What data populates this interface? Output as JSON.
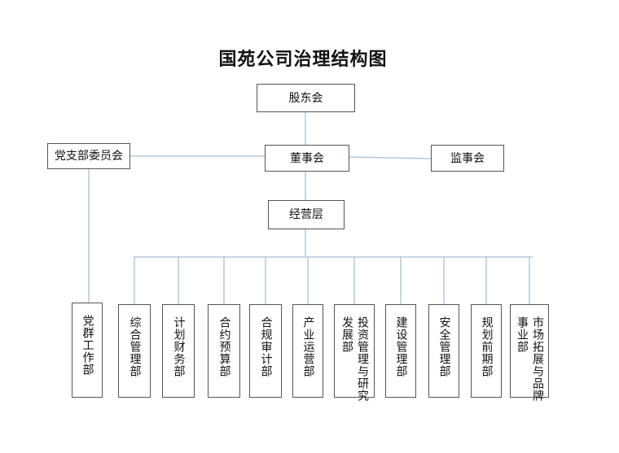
{
  "title": "国苑公司治理结构图",
  "colors": {
    "line": "#a7bfd4",
    "border": "#555555"
  },
  "nodes": {
    "shareholders": "股东会",
    "board": "董事会",
    "party_committee": "党支部委员会",
    "supervisors": "监事会",
    "management": "经营层"
  },
  "departments": [
    "党群工作部",
    "综合管理部",
    "计划财务部",
    "合约预算部",
    "合规审计部",
    "产业运营部",
    "投资管理与研究\n发展部",
    "建设管理部",
    "安全管理部",
    "规划前期部",
    "市场拓展与品牌\n事业部"
  ]
}
